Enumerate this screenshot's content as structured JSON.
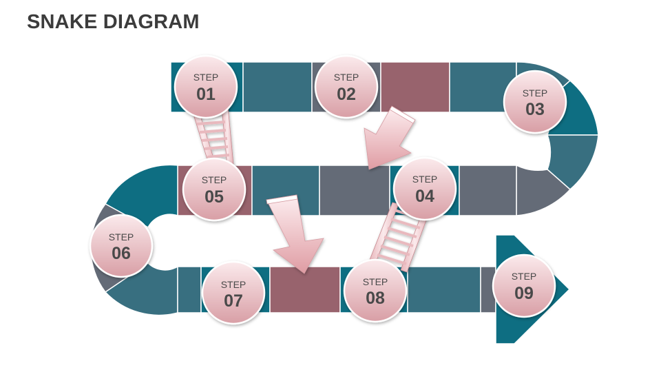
{
  "title": "SNAKE DIAGRAM",
  "colors": {
    "teal": "#0e6e82",
    "slate_blue": "#386f80",
    "gray": "#646b77",
    "mauve": "#98636d",
    "circle_light": "#fbeaec",
    "circle_dark": "#d89ea5",
    "arrow_light": "#fde9ea",
    "arrow_dark": "#e1a0a6",
    "text": "#4a4a4a"
  },
  "steps": [
    {
      "label": "STEP",
      "number": "01"
    },
    {
      "label": "STEP",
      "number": "02"
    },
    {
      "label": "STEP",
      "number": "03"
    },
    {
      "label": "STEP",
      "number": "04"
    },
    {
      "label": "STEP",
      "number": "05"
    },
    {
      "label": "STEP",
      "number": "06"
    },
    {
      "label": "STEP",
      "number": "07"
    },
    {
      "label": "STEP",
      "number": "08"
    },
    {
      "label": "STEP",
      "number": "09"
    }
  ],
  "ladders": [
    {
      "name": "ladder-step01-to-step05"
    },
    {
      "name": "ladder-step08-to-step04"
    }
  ],
  "snakes": [
    {
      "name": "down-arrow-step03-to-step04"
    },
    {
      "name": "down-arrow-step05-to-step07"
    }
  ]
}
